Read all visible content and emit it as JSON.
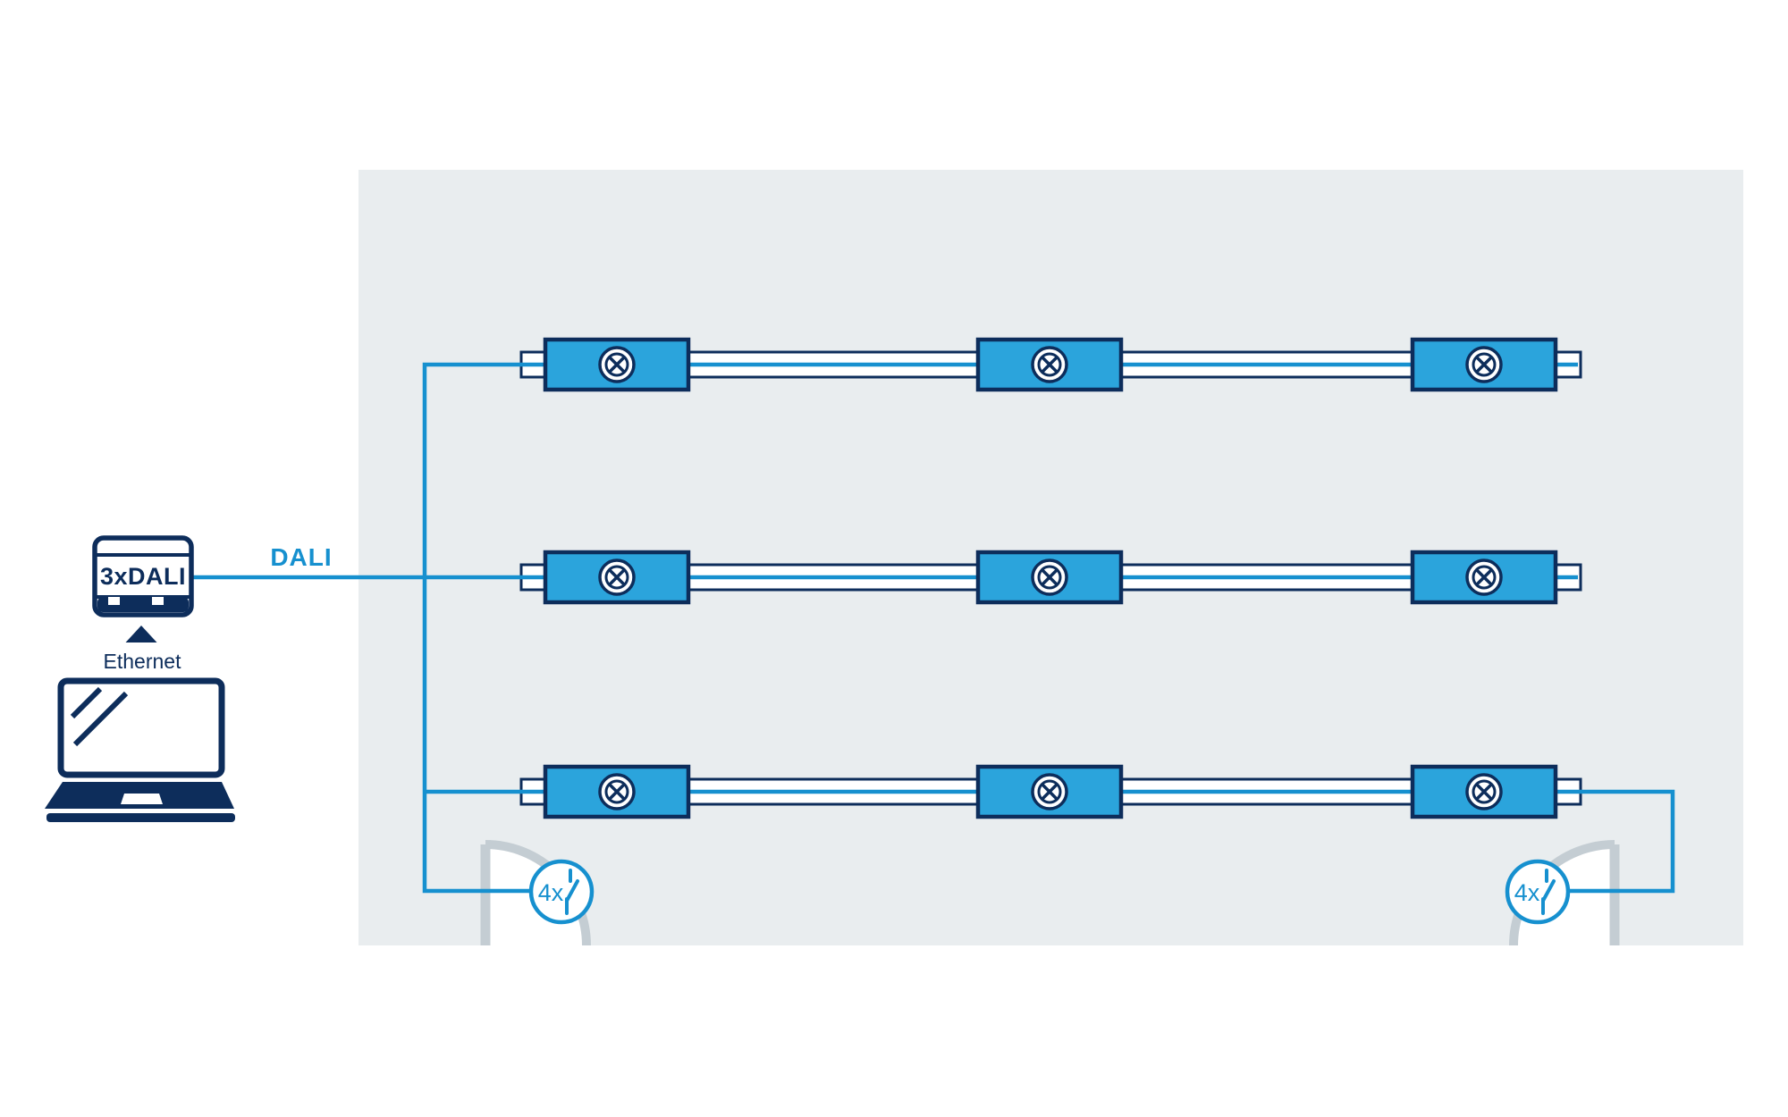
{
  "colors": {
    "navy": "#0d2d5b",
    "accent": "#1690cf",
    "luminaire_fill": "#2ba4dc",
    "room_fill": "#e9edef",
    "door_gray": "#c4cdd3"
  },
  "controller": {
    "label": "3xDALI",
    "downlink_label": "Ethernet"
  },
  "bus": {
    "label": "DALI"
  },
  "switches": {
    "left": {
      "label": "4x"
    },
    "right": {
      "label": "4x"
    }
  },
  "system": {
    "rows_of_luminaires": 3,
    "luminaires_per_row": 3,
    "wall_switch_groups": 2,
    "doors": 2
  },
  "icons": {
    "controller": "din-rail-gateway-icon",
    "computer": "laptop-icon",
    "uplink": "triangle-up-icon",
    "luminaire": "circled-cross-lamp-icon",
    "switch": "one-pole-switch-icon",
    "door": "door-swing-icon"
  }
}
